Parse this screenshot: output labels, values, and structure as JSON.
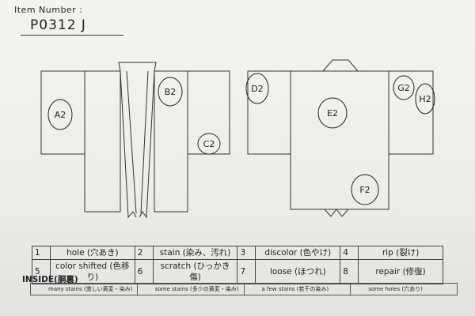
{
  "header": {
    "label": "Item Number :",
    "number": "P0312  J"
  },
  "diagram": {
    "front_marks": [
      "A2",
      "B2",
      "C2"
    ],
    "back_marks": [
      "D2",
      "E2",
      "F2",
      "G2",
      "H2"
    ]
  },
  "damage_table": [
    [
      {
        "num": "1",
        "desc": "hole (穴あき)"
      },
      {
        "num": "2",
        "desc": "stain (染み、汚れ)"
      },
      {
        "num": "3",
        "desc": "discolor (色やけ)"
      },
      {
        "num": "4",
        "desc": "rip (裂け)"
      }
    ],
    [
      {
        "num": "5",
        "desc": "color shifted (色移り)"
      },
      {
        "num": "6",
        "desc": "scratch (ひっかき傷)"
      },
      {
        "num": "7",
        "desc": "loose (ほつれ)"
      },
      {
        "num": "8",
        "desc": "repair (修復)"
      }
    ]
  ],
  "inside": {
    "title": "INSIDE(胴裏)",
    "options": [
      "many stains (激しい黄変・染み)",
      "some stains (多少の黄変・染み)",
      "a few stains (若干の染み)",
      "some holes (穴あり)"
    ]
  }
}
